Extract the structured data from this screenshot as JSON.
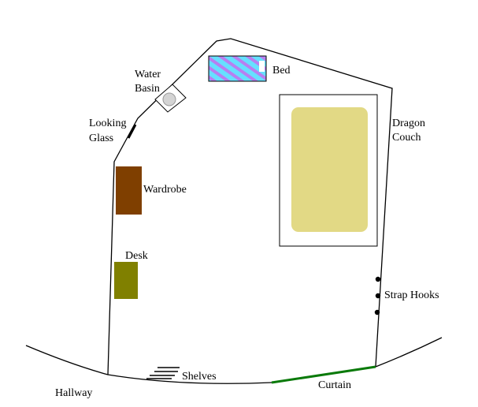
{
  "labels": {
    "water_line1": "Water",
    "water_line2": "Basin",
    "bed": "Bed",
    "looking_line1": "Looking",
    "looking_line2": "Glass",
    "dragon_line1": "Dragon",
    "dragon_line2": "Couch",
    "wardrobe": "Wardrobe",
    "desk": "Desk",
    "strap_hooks": "Strap Hooks",
    "shelves": "Shelves",
    "curtain": "Curtain",
    "hallway": "Hallway"
  },
  "colors": {
    "outline": "#000000",
    "bed_fill": "#66e0ff",
    "bed_stripe": "#b87ff0",
    "couch_fill": "#e2d985",
    "wardrobe": "#7f3f00",
    "desk": "#808000",
    "curtain": "#0a7a0a",
    "basin_fill": "#d4d4d4"
  }
}
